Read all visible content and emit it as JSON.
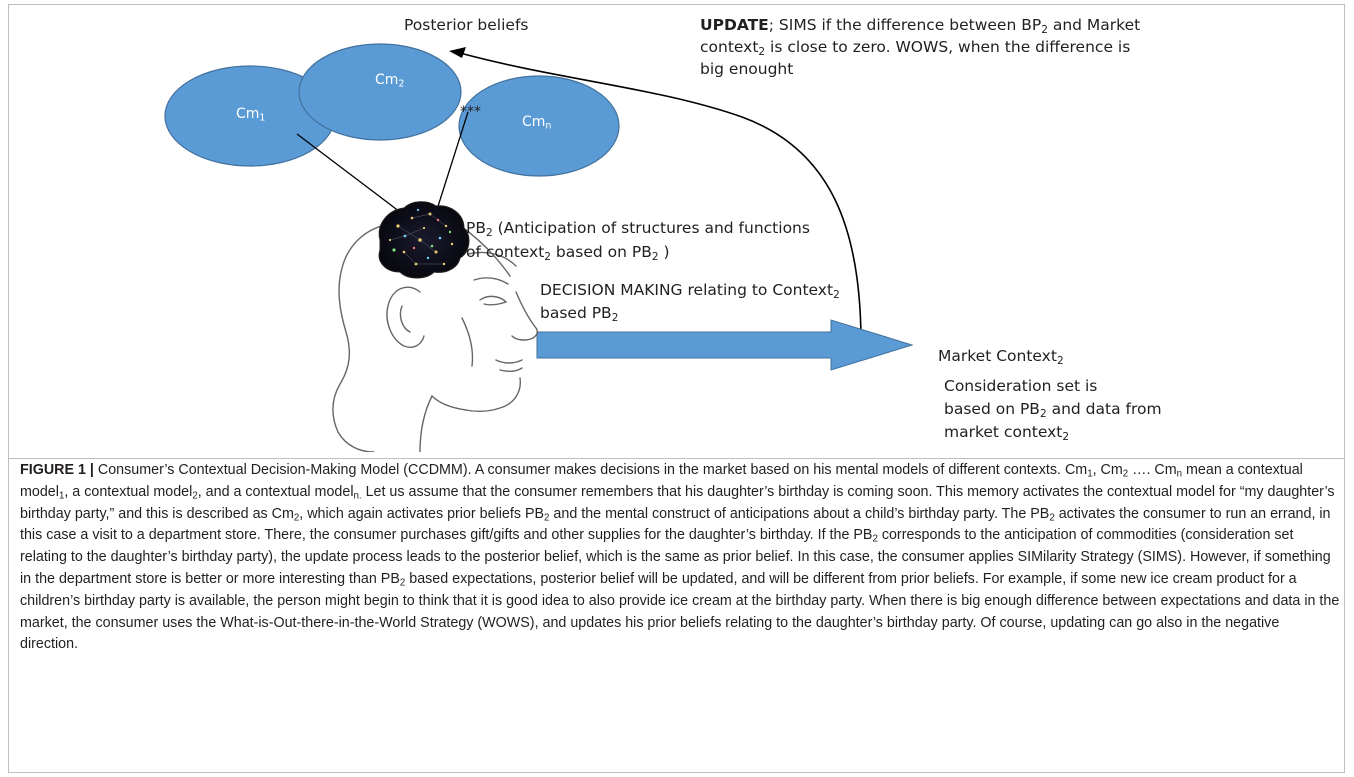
{
  "figure": {
    "label": "FIGURE 1",
    "separator": " | ",
    "diagram": {
      "posterior_label": "Posterior beliefs",
      "ovals": [
        {
          "base": "Cm",
          "sub": "1"
        },
        {
          "base": "Cm",
          "sub": "2"
        },
        {
          "base": "Cm",
          "sub": "n"
        }
      ],
      "asterisks": "***",
      "update_note": {
        "bold": "UPDATE",
        "line1_a": "; SIMS if the difference between BP",
        "line1_sub": "2",
        "line1_b": " and Market",
        "line2_a": "context",
        "line2_sub": "2",
        "line2_b": " is close to zero. WOWS, when the difference is",
        "line3": "big enought"
      },
      "pb_note": {
        "line1_a": "PB",
        "line1_sub": "2",
        "line1_b": "  (Anticipation of structures and functions",
        "line2_a": "of context",
        "line2_sub": "2",
        "line2_b": " based on PB",
        "line2_sub2": "2",
        "line2_c": " )"
      },
      "decision_note": {
        "line1_a": "DECISION MAKING relating to Context",
        "line1_sub": "2",
        "line2_a": "based  PB",
        "line2_sub": "2"
      },
      "market_label": {
        "text": "Market Context",
        "sub": "2"
      },
      "consideration_note": {
        "line1": "Consideration set is",
        "line2_a": "based on PB",
        "line2_sub": "2",
        "line2_b": " and data from",
        "line3_a": "market context",
        "line3_sub": "2"
      }
    },
    "caption": {
      "s1": "Consumer’s Contextual Decision-Making Model (CCDMM). A consumer makes decisions in the market based on his mental models of different contexts. Cm",
      "s1_sub": "1",
      "s2": ", Cm",
      "s2_sub": "2",
      "s3": " …. Cm",
      "s3_sub": "n",
      "s4": " mean a contextual model",
      "s4_sub": "1",
      "s5": ", a contextual model",
      "s5_sub": "2",
      "s6": ", and a contextual model",
      "s6_sub": "n.",
      "s7": " Let us assume that the consumer remembers that his daughter’s birthday is coming soon. This memory activates the contextual model for “my daughter’s birthday party,” and this is described as Cm",
      "s7_sub": "2",
      "s8": ", which again activates prior beliefs PB",
      "s8_sub": "2",
      "s9": " and the mental construct of anticipations about a child’s birthday party. The PB",
      "s9_sub": "2",
      "s10": " activates the consumer to run an errand, in this case a visit to a department store. There, the consumer purchases gift/gifts and other supplies for the daughter’s birthday. If the PB",
      "s10_sub": "2",
      "s11": " corresponds to the anticipation of commodities (consideration set relating to the daughter’s birthday party), the update process leads to the posterior belief, which is the same as prior belief. In this case, the consumer applies SIMilarity Strategy (SIMS). However, if something in the department store is better or more interesting than PB",
      "s11_sub": "2",
      "s12": " based expectations, posterior belief will be updated, and will be different from prior beliefs. For example, if some new ice cream product for a children’s birthday party is available, the person might begin to think that it is good idea to also provide ice cream at the birthday party. When there is big enough difference between expectations and data in the market, the consumer uses the What-is-Out-there-in-the-World Strategy (WOWS), and updates his prior beliefs relating to the daughter’s birthday party. Of course, updating can go also in the negative direction."
    }
  },
  "colors": {
    "oval_fill": "#5b9bd5",
    "oval_stroke": "#41719c",
    "arrow_fill": "#5b9bd5",
    "line": "#000000",
    "caption_text": "#231f20",
    "frame": "#bcbec0"
  }
}
